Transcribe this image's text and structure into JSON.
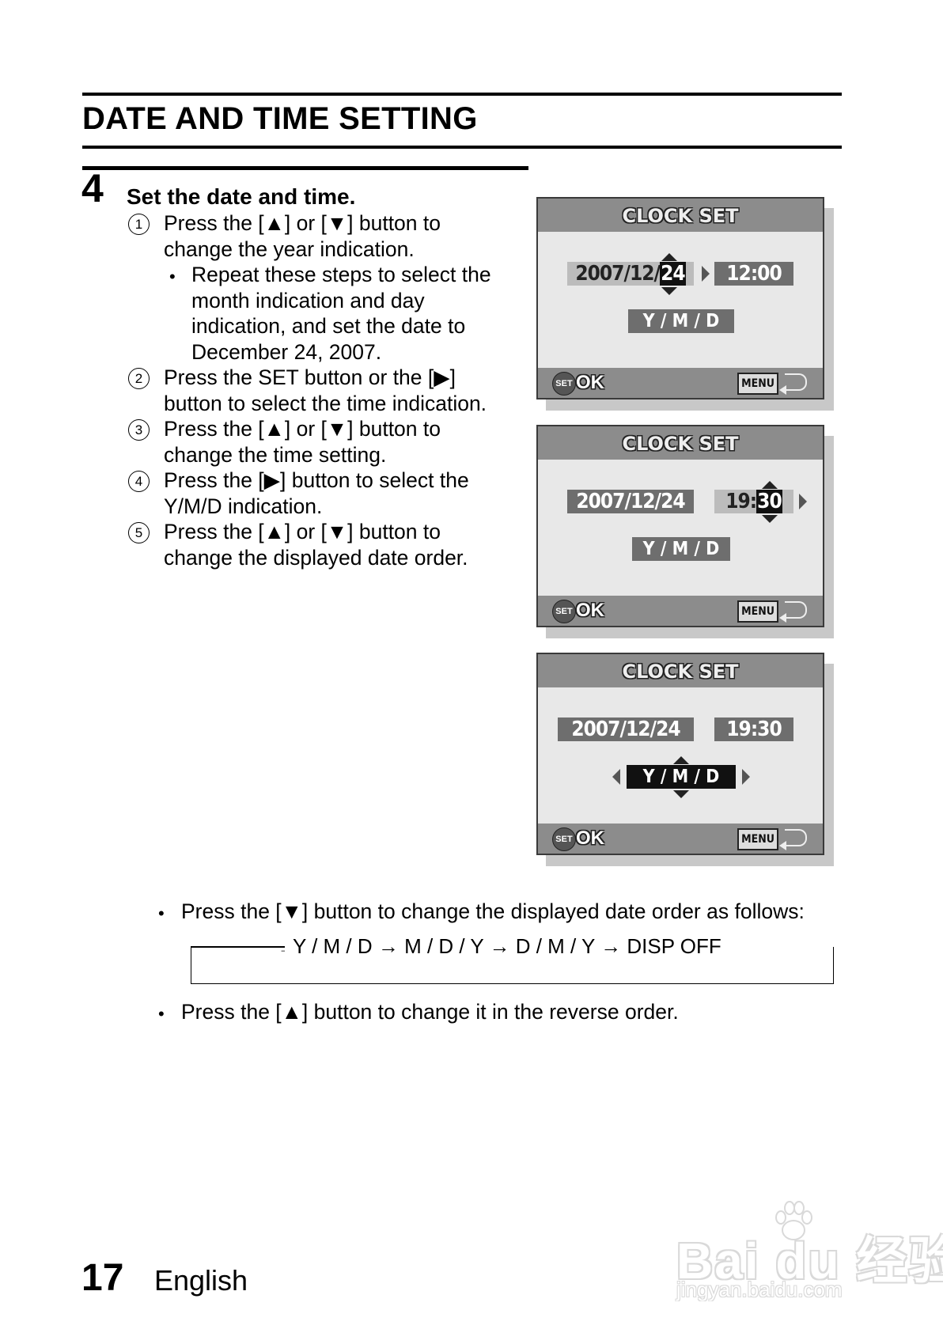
{
  "section_title": "DATE AND TIME SETTING",
  "step": {
    "number": "4",
    "heading": "Set the date and time."
  },
  "instructions": [
    {
      "marker": "1",
      "lines": [
        "Press the [▲] or [▼] button to",
        "change the year indication."
      ]
    },
    {
      "bullet": "•",
      "lines": [
        "Repeat these steps to select the",
        "month indication and day",
        "indication, and set the date to",
        "December 24, 2007."
      ]
    },
    {
      "marker": "2",
      "lines": [
        "Press the SET button or the [▶]",
        "button to select the time indication."
      ]
    },
    {
      "marker": "3",
      "lines": [
        "Press the [▲] or [▼] button to",
        "change the time setting."
      ]
    },
    {
      "marker": "4",
      "lines": [
        "Press the [▶] button to select the",
        "Y/M/D indication."
      ]
    },
    {
      "marker": "5",
      "lines": [
        "Press the [▲] or [▼] button to",
        "change the displayed date order."
      ]
    }
  ],
  "screens": [
    {
      "title": "CLOCK SET",
      "date_prefix": "2007/12/",
      "date_highlight": "24",
      "time": "12:00",
      "order": "Y / M / D",
      "ok_label": "OK",
      "set_icon": "SET",
      "menu_icon": "MENU"
    },
    {
      "title": "CLOCK SET",
      "date": "2007/12/24",
      "time_prefix": "19:",
      "time_highlight": "30",
      "order": "Y / M / D",
      "ok_label": "OK",
      "set_icon": "SET",
      "menu_icon": "MENU"
    },
    {
      "title": "CLOCK SET",
      "date": "2007/12/24",
      "time": "19:30",
      "order": "Y / M / D",
      "ok_label": "OK",
      "set_icon": "SET",
      "menu_icon": "MENU"
    }
  ],
  "notes": {
    "order_note": "Press the [▼] button to change the displayed date order as follows:",
    "cycle": "Y / M / D → M / D / Y → D / M / Y → DISP OFF",
    "reverse_note": "Press the [▲] button to change it in the reverse order.",
    "bullet": "•"
  },
  "footer": {
    "page_number": "17",
    "language": "English"
  },
  "watermark": {
    "brand": "Bai du 经验",
    "url": "jingyan.baidu.com"
  }
}
